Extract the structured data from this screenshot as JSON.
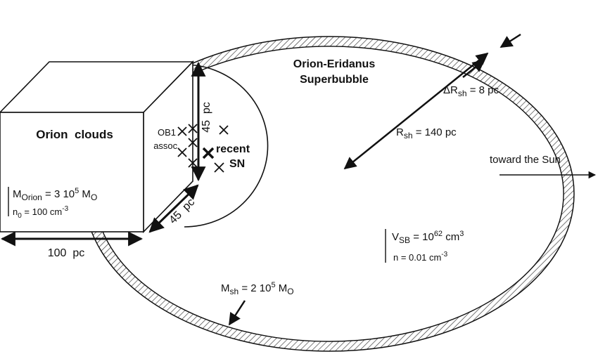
{
  "superbubble": {
    "title_line1": "Orion-Eridanus",
    "title_line2": "Superbubble",
    "volume_prefix": "V",
    "volume_sub": "SB",
    "volume_mid": " = 10",
    "volume_exp": "62",
    "volume_unit": " cm",
    "volume_unit_exp": "3",
    "density_prefix": "n = 0.01 cm",
    "density_exp": "-3"
  },
  "shell": {
    "radius_prefix": "R",
    "radius_sub": "sh",
    "radius_value": " = 140 pc",
    "thickness_prefix": "ΔR",
    "thickness_sub": "sh",
    "thickness_value": " = 8 pc",
    "mass_prefix": "M",
    "mass_sub": "sh",
    "mass_mid": " = 2 10",
    "mass_exp": "5",
    "mass_unit": " M",
    "mass_unit_sub": "O"
  },
  "clouds": {
    "title": "Orion  clouds",
    "mass_prefix": "M",
    "mass_sub": "Orion",
    "mass_mid": " = 3 10",
    "mass_exp": "5",
    "mass_unit": " M",
    "mass_unit_sub": "O",
    "density_prefix": "n",
    "density_sub": "0",
    "density_mid": " = 100 cm",
    "density_exp": "-3",
    "width_label": "100  pc",
    "depth_label": "45  pc",
    "height_label": "45  pc"
  },
  "association": {
    "line1": "OB1",
    "line2": "assoc."
  },
  "supernova": {
    "line1": "recent",
    "line2": "SN"
  },
  "direction": {
    "label": "toward the Sun"
  },
  "colors": {
    "stroke": "#111111",
    "hatch": "#333333",
    "background": "#ffffff"
  }
}
